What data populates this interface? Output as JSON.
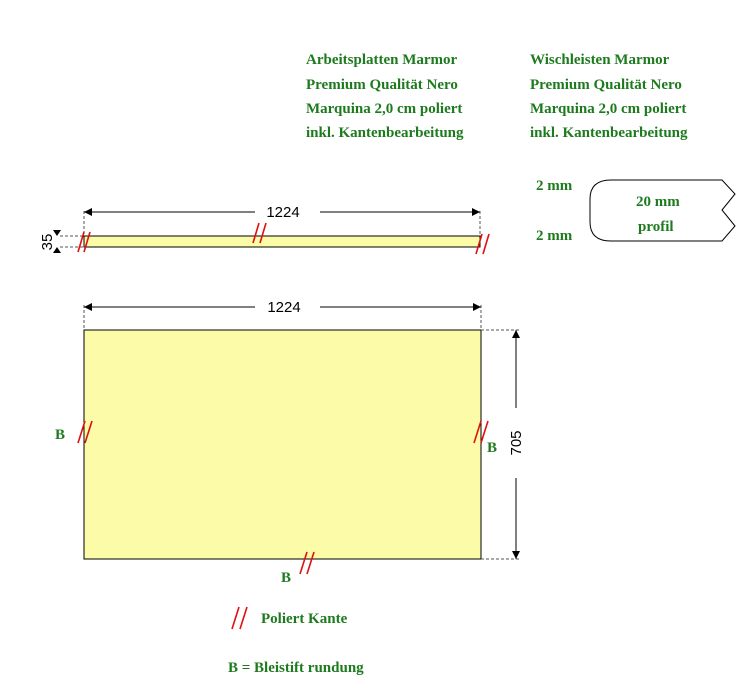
{
  "left_title": [
    "Arbeitsplatten Marmor",
    "Premium Qualität Nero",
    "Marquina 2,0 cm poliert",
    "inkl. Kantenbearbeitung"
  ],
  "right_title": [
    "Wischleisten Marmor",
    "Premium Qualität Nero",
    "Marquina 2,0 cm poliert",
    "inkl. Kantenbearbeitung"
  ],
  "profile": {
    "top_label": "2 mm",
    "bottom_label": "2 mm",
    "center_line1": "20 mm",
    "center_line2": "profil"
  },
  "strip": {
    "width_label": "1224",
    "height_label": "35"
  },
  "plate": {
    "width_label": "1224",
    "height_label": "705",
    "edge_left": "B",
    "edge_right": "B",
    "edge_bottom": "B"
  },
  "legend": {
    "polished_label": "Poliert Kante",
    "pencil_label": "B = Bleistift rundung"
  },
  "colors": {
    "text_green": "#1e7a1e",
    "plate_fill": "#fbfba8",
    "mark_red": "#e01010"
  }
}
